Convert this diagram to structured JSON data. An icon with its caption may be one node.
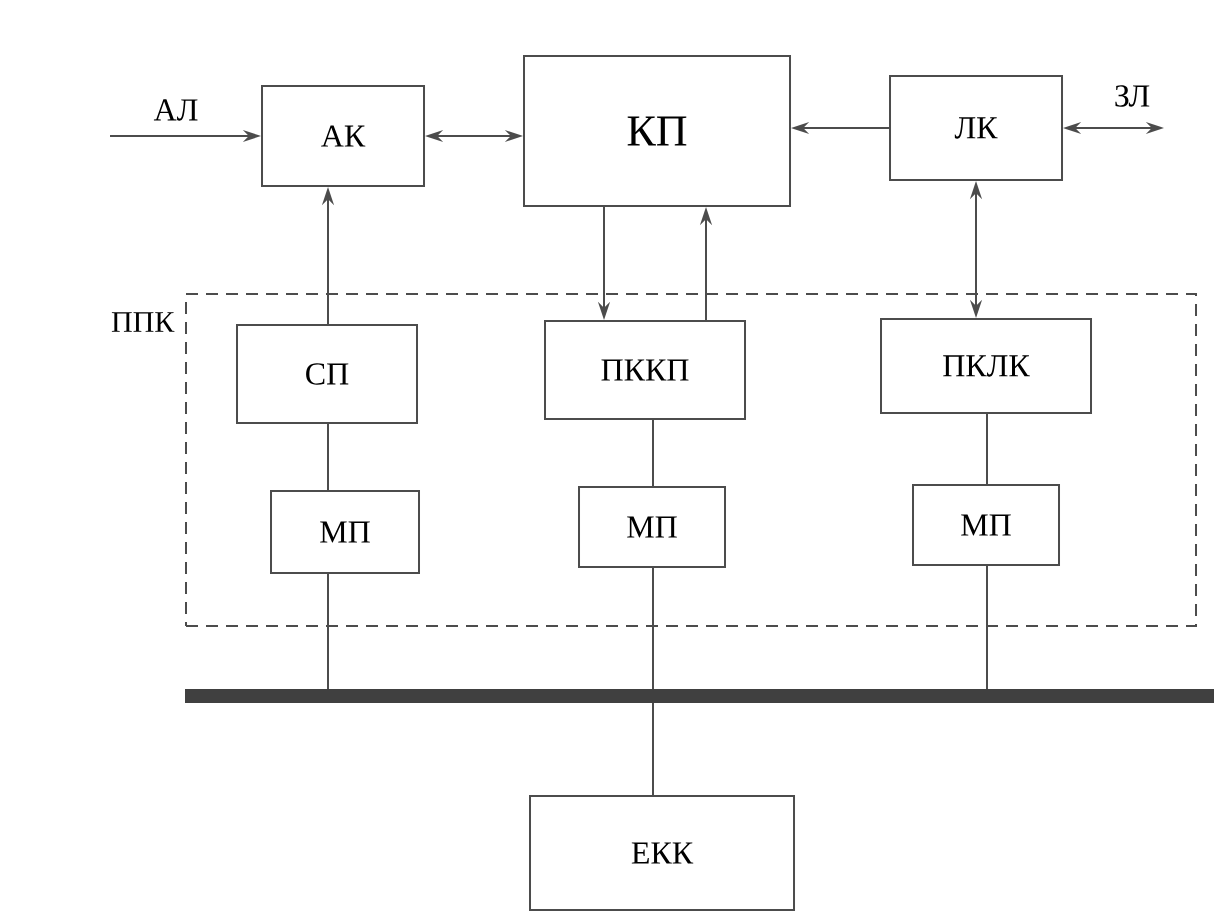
{
  "diagram": {
    "nodes": [
      {
        "text": [
          "АК"
        ]
      },
      {
        "text": [
          "КП"
        ]
      },
      {
        "text": [
          "ЛК"
        ]
      },
      {
        "text": [
          "ППК"
        ]
      },
      {
        "text": [
          "СП"
        ],
        "in": 3
      },
      {
        "text": [
          "ПККП"
        ],
        "in": 3
      },
      {
        "text": [
          "ПКЛК"
        ],
        "in": 3
      },
      {
        "text": [
          "МП"
        ],
        "in": 3
      },
      {
        "text": [
          "МП"
        ],
        "in": 3
      },
      {
        "text": [
          "МП"
        ],
        "in": 3
      },
      {
        "text": [],
        "shape": "bar"
      },
      {
        "text": [
          "ЕКК"
        ]
      }
    ],
    "edges": [
      {
        "from": null,
        "to": 0,
        "arrow": "to",
        "label": "АЛ"
      },
      {
        "from": 0,
        "to": 1,
        "arrow": "both"
      },
      {
        "from": 2,
        "to": 1,
        "arrow": "to"
      },
      {
        "from": 2,
        "to": null,
        "arrow": "both",
        "label": "ЗЛ"
      },
      {
        "from": 4,
        "to": 0,
        "arrow": "to"
      },
      {
        "from": 1,
        "to": 5,
        "arrow": "to"
      },
      {
        "from": 5,
        "to": 1,
        "arrow": "to"
      },
      {
        "from": 6,
        "to": 2,
        "arrow": "both"
      },
      {
        "from": 4,
        "to": 7,
        "arrow": "none"
      },
      {
        "from": 5,
        "to": 8,
        "arrow": "none"
      },
      {
        "from": 6,
        "to": 9,
        "arrow": "none"
      },
      {
        "from": 7,
        "to": 10,
        "arrow": "none"
      },
      {
        "from": 8,
        "to": 10,
        "arrow": "none"
      },
      {
        "from": 9,
        "to": 10,
        "arrow": "none"
      },
      {
        "from": 10,
        "to": 11,
        "arrow": "none"
      }
    ]
  }
}
